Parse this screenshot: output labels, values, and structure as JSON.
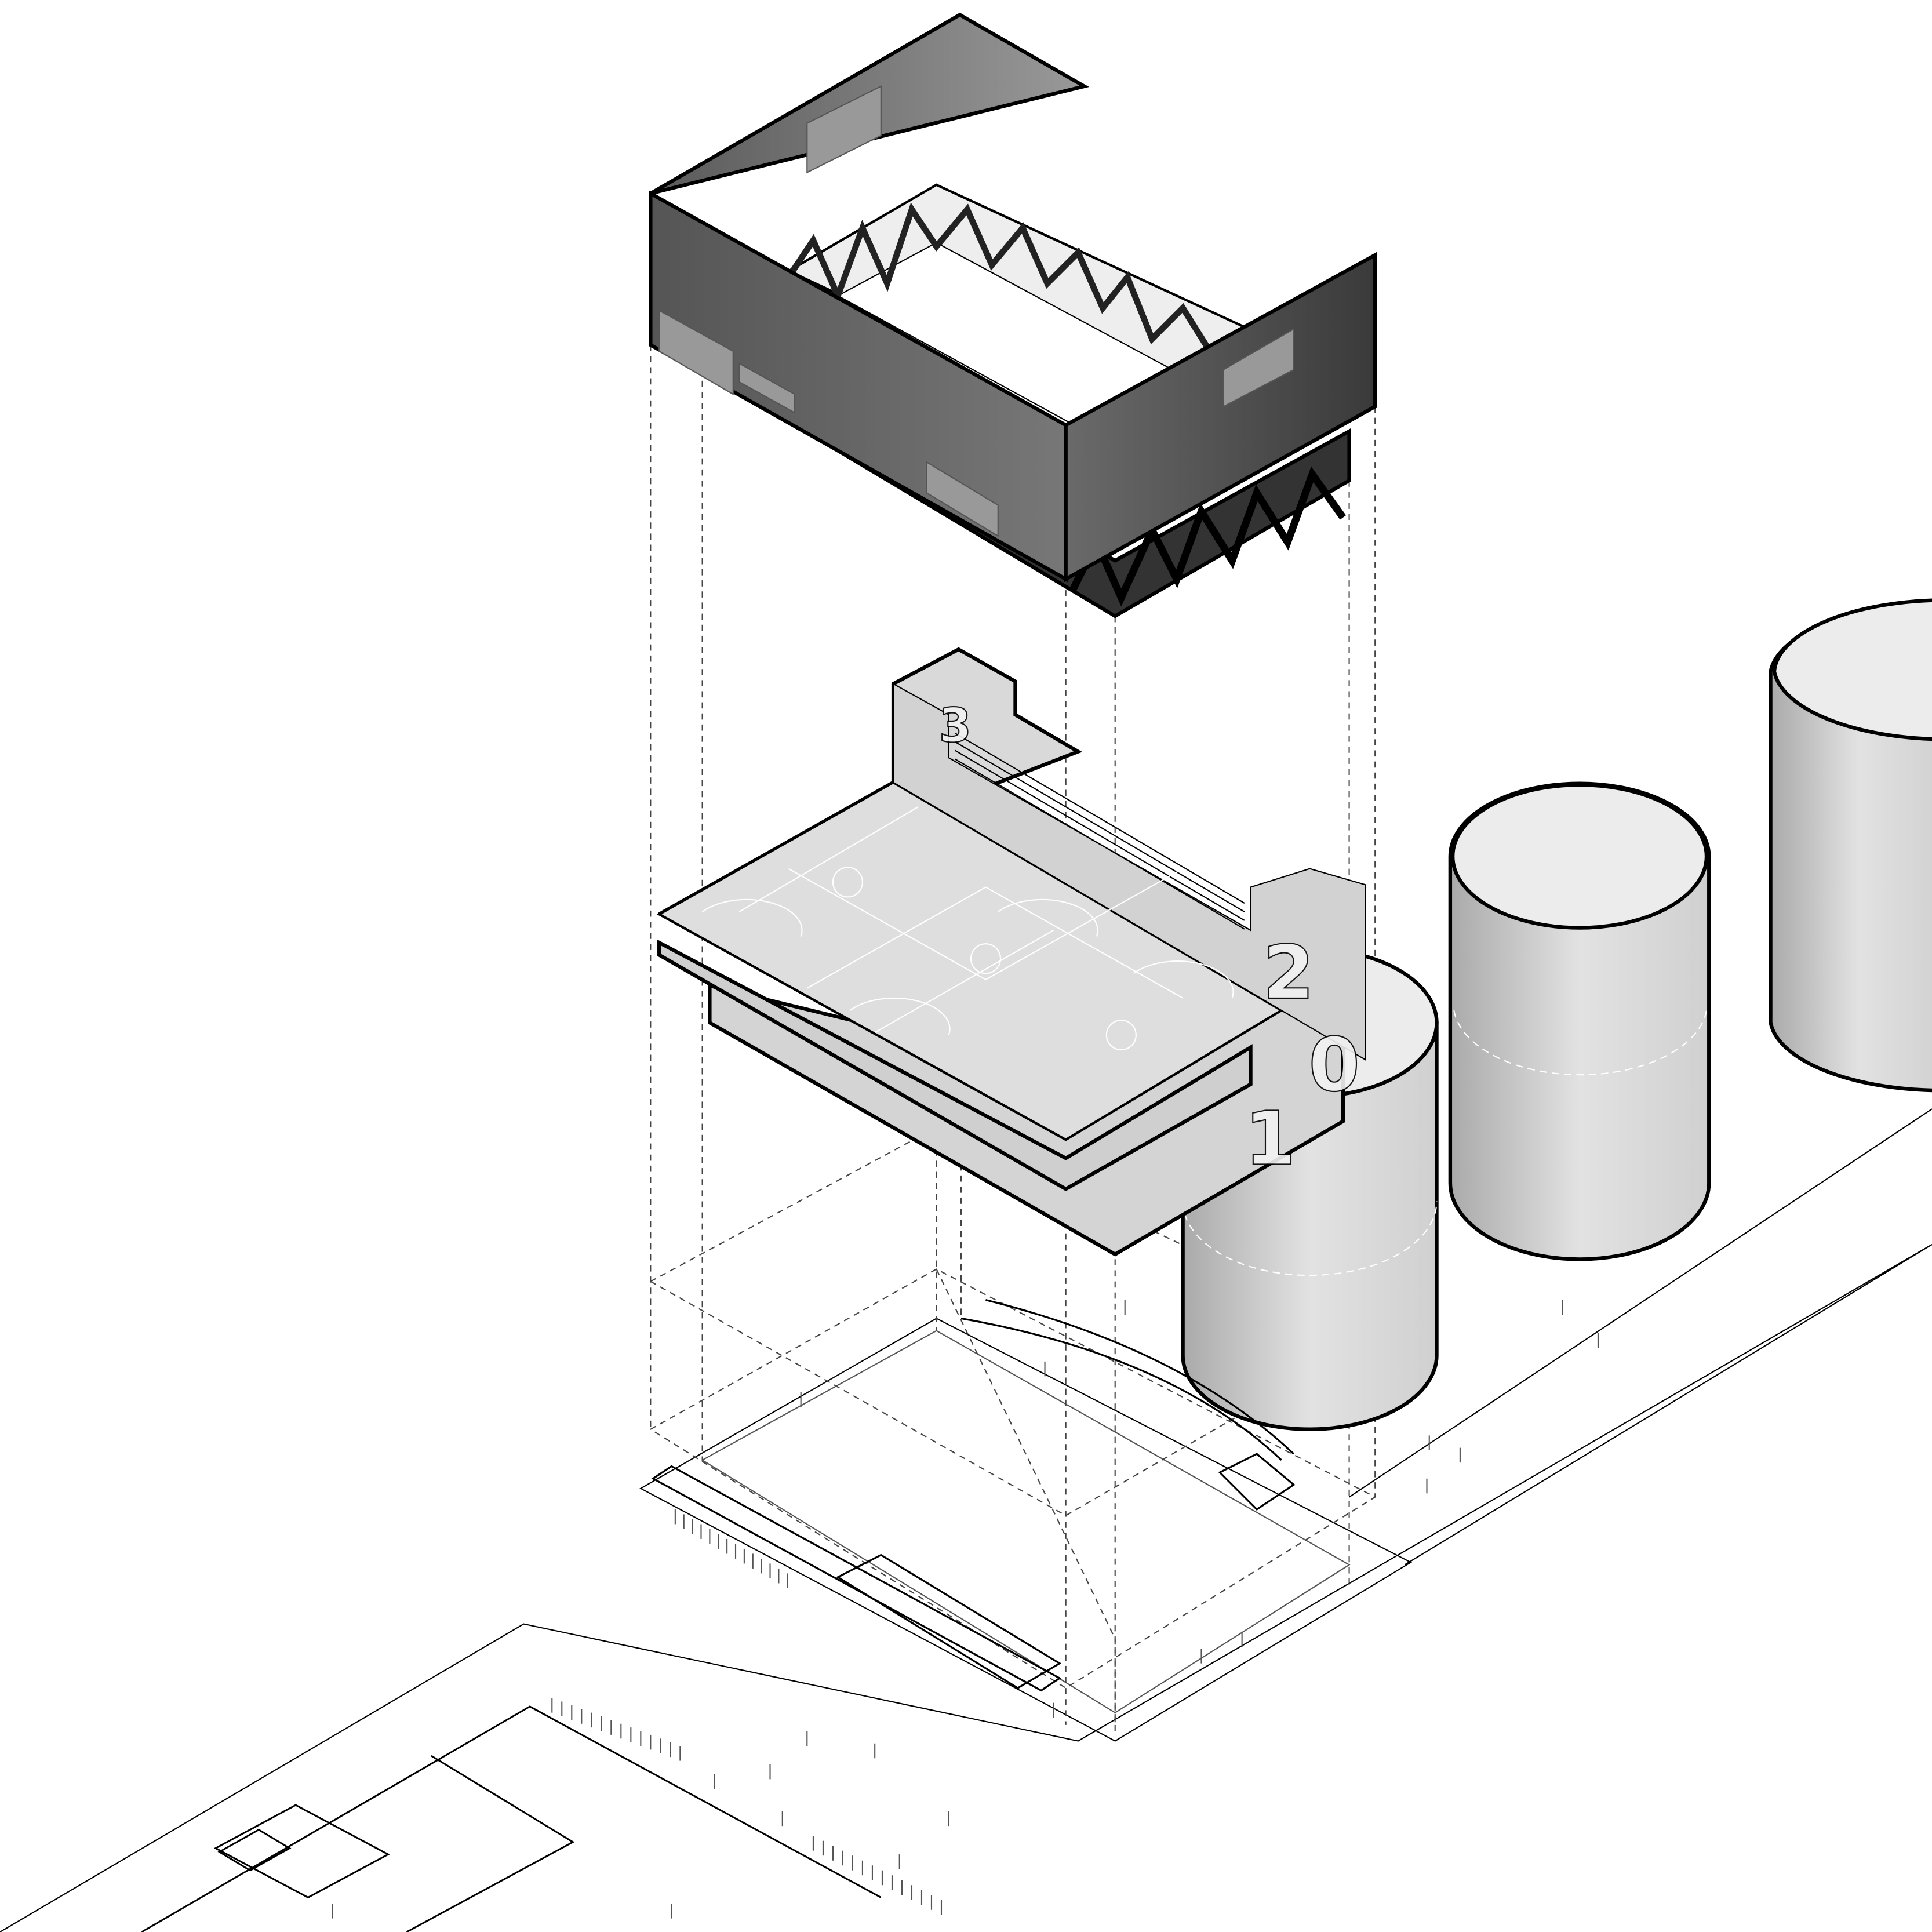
{
  "diagram": {
    "level_labels": {
      "level_3": "3",
      "level_2": "2",
      "level_1": "1",
      "level_0": "0"
    },
    "colors": {
      "roof_dark": "#4a4a4a",
      "building_light": "#d9d9d9",
      "court_floor": "#dcdcdc",
      "silo": "#d0d0d0",
      "line": "#000000"
    }
  }
}
